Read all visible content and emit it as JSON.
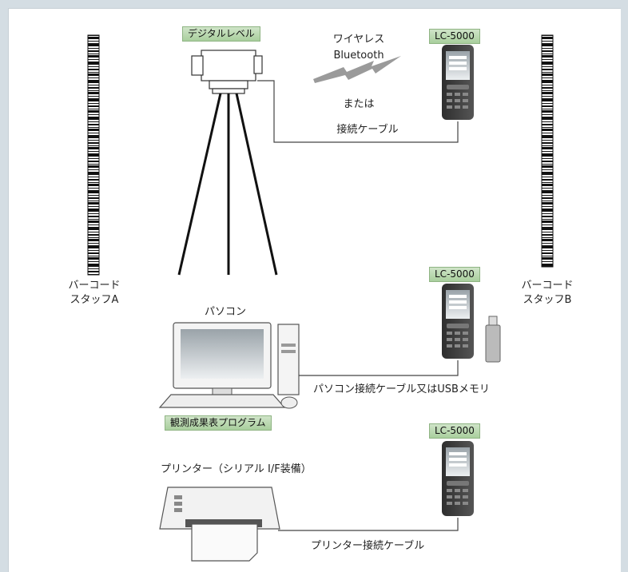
{
  "labels": {
    "digital_level": "デジタルレベル",
    "lc5000_top": "LC-5000",
    "lc5000_mid": "LC-5000",
    "lc5000_bottom": "LC-5000",
    "wireless": "ワイヤレス",
    "bluetooth": "Bluetooth",
    "or": "または",
    "cable": "接続ケーブル",
    "staff_a_line1": "バーコード",
    "staff_a_line2": "スタッフA",
    "staff_b_line1": "バーコード",
    "staff_b_line2": "スタッフB",
    "pc": "パソコン",
    "pc_cable": "パソコン接続ケーブル又はUSBメモリ",
    "program": "観測成果表プログラム",
    "printer": "プリンター（シリアル I/F装備）",
    "printer_cable": "プリンター接続ケーブル"
  },
  "colors": {
    "tag_fill": "#b9dbaf",
    "line": "#444444",
    "background": "#d4dde3"
  },
  "icons": [
    "barcode-staff",
    "digital-level",
    "tripod",
    "handheld-device",
    "computer",
    "usb-stick",
    "printer",
    "lightning-bolt"
  ]
}
